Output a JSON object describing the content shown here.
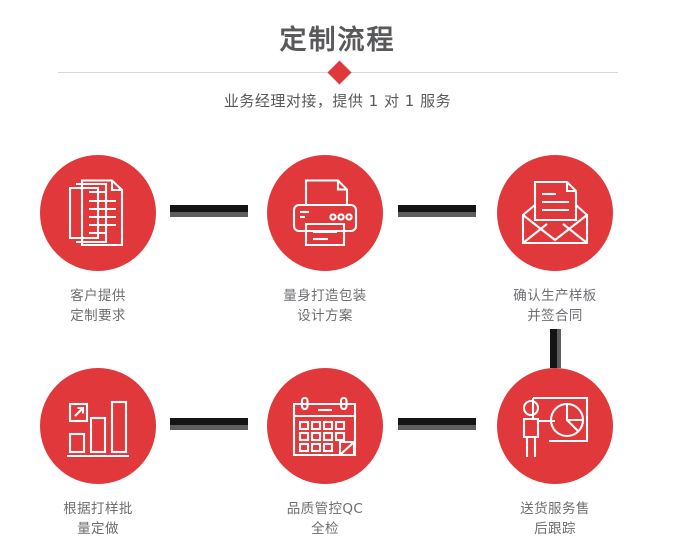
{
  "header": {
    "title": "定制流程",
    "subtitle": "业务经理对接，提供 1 对 1 服务",
    "diamond_color": "#e0383b",
    "divider_color": "#d8d8d8",
    "title_color": "#58595b"
  },
  "theme": {
    "accent": "#e0383b",
    "connector_dark": "#141414",
    "connector_shadow": "#5e5e5e",
    "label_color": "#6d6e71",
    "background": "#ffffff"
  },
  "steps": [
    {
      "index": "1",
      "icon": "documents-stack-icon",
      "label": "客户提供\n定制要求"
    },
    {
      "index": "2",
      "icon": "printer-icon",
      "label": "量身打造包装\n设计方案"
    },
    {
      "index": "3",
      "icon": "envelope-document-icon",
      "label": "确认生产样板\n并签合同"
    },
    {
      "index": "4",
      "icon": "bar-chart-growth-icon",
      "label": "根据打样批\n量定做"
    },
    {
      "index": "5",
      "icon": "calendar-check-icon",
      "label": "品质管控QC\n全检"
    },
    {
      "index": "6",
      "icon": "presenter-pie-chart-icon",
      "label": "送货服务售\n后跟踪"
    }
  ],
  "connectors": [
    {
      "name": "connector-step1-step2",
      "orientation": "horizontal"
    },
    {
      "name": "connector-step2-step3",
      "orientation": "horizontal"
    },
    {
      "name": "connector-step3-step6",
      "orientation": "vertical"
    },
    {
      "name": "connector-step4-step5",
      "orientation": "horizontal"
    },
    {
      "name": "connector-step5-step6",
      "orientation": "horizontal"
    }
  ]
}
